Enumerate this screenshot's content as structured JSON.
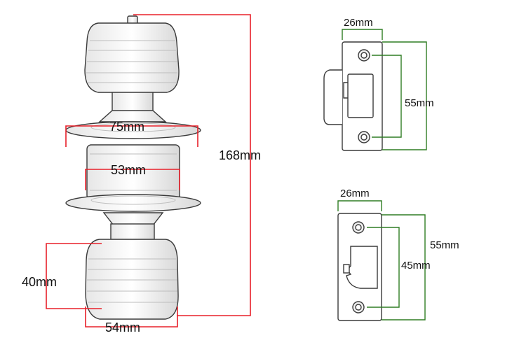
{
  "knob_lock": {
    "labels": {
      "total_height": "168mm",
      "rose_diameter": "75mm",
      "body_diameter": "53mm",
      "knob_length": "40mm",
      "knob_diameter": "54mm"
    }
  },
  "strike_plate": {
    "labels": {
      "width": "26mm",
      "outer_height": "55mm"
    }
  },
  "latch_plate": {
    "labels": {
      "width": "26mm",
      "outer_height": "55mm",
      "hole_spacing": "45mm"
    }
  },
  "colors": {
    "red_dimension": "#e8202a",
    "green_dimension": "#2f7d23",
    "outline": "#3a3a3a"
  }
}
